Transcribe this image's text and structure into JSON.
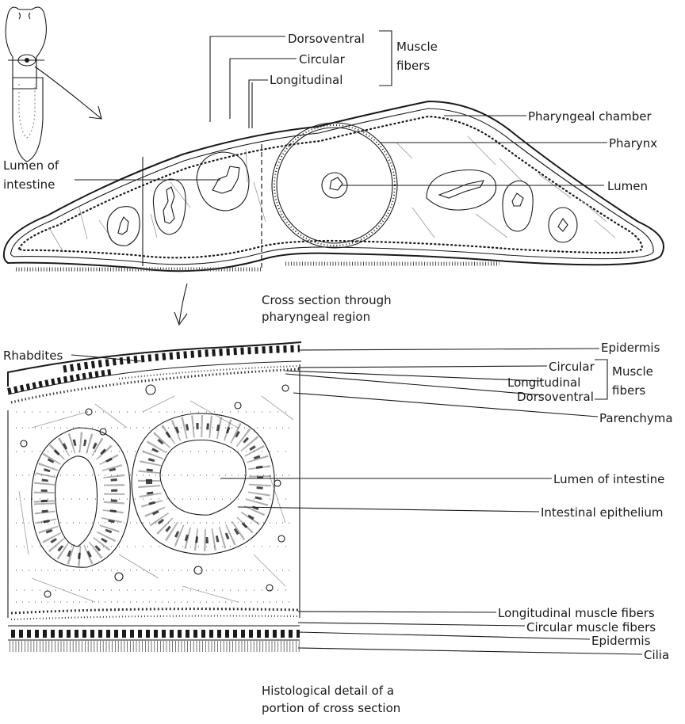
{
  "labels": {
    "top": {
      "dorsoventral": "Dorsoventral",
      "circular": "Circular",
      "longitudinal": "Longitudinal",
      "muscle_fibers": [
        "Muscle",
        "fibers"
      ],
      "pharyngeal_chamber": "Pharyngeal chamber",
      "pharynx": "Pharynx",
      "lumen_of_intestine": [
        "Lumen of",
        "intestine"
      ],
      "lumen": "Lumen",
      "caption": [
        "Cross section through",
        "pharyngeal region"
      ]
    },
    "bottom": {
      "rhabdites": "Rhabdites",
      "epidermis_top": "Epidermis",
      "circular": "Circular",
      "longitudinal": "Longitudinal",
      "dorsoventral": "Dorsoventral",
      "muscle_fibers": [
        "Muscle",
        "fibers"
      ],
      "parenchyma": "Parenchyma",
      "lumen_of_intestine": "Lumen of intestine",
      "intestinal_epithelium": "Intestinal epithelium",
      "longitudinal_muscle_fibers": "Longitudinal muscle fibers",
      "circular_muscle_fibers": "Circular muscle fibers",
      "epidermis_bottom": "Epidermis",
      "cilia": "Cilia",
      "caption": [
        "Histological detail of a",
        "portion of cross section"
      ]
    }
  }
}
